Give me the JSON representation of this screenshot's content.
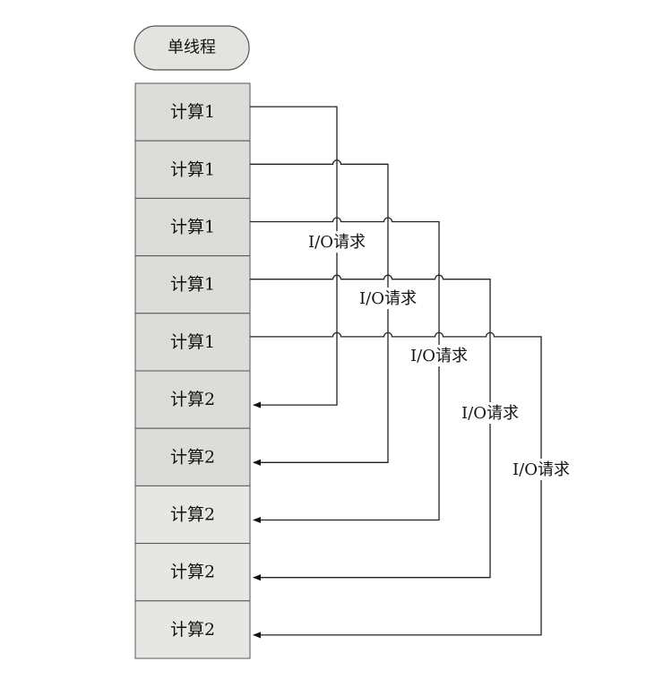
{
  "header": {
    "label": "单线程"
  },
  "stack": {
    "blocks": [
      {
        "label": "计算1"
      },
      {
        "label": "计算1"
      },
      {
        "label": "计算1"
      },
      {
        "label": "计算1"
      },
      {
        "label": "计算1"
      },
      {
        "label": "计算2"
      },
      {
        "label": "计算2"
      },
      {
        "label": "计算2"
      },
      {
        "label": "计算2"
      },
      {
        "label": "计算2"
      }
    ]
  },
  "io_requests": [
    {
      "label": "I/O请求",
      "from_block": 0,
      "to_block": 5
    },
    {
      "label": "I/O请求",
      "from_block": 1,
      "to_block": 6
    },
    {
      "label": "I/O请求",
      "from_block": 2,
      "to_block": 7
    },
    {
      "label": "I/O请求",
      "from_block": 3,
      "to_block": 8
    },
    {
      "label": "I/O请求",
      "from_block": 4,
      "to_block": 9
    }
  ],
  "colors": {
    "block_fill_top": "#dcdcd8",
    "block_fill_bottom": "#e6e6e2",
    "line": "#222222"
  }
}
